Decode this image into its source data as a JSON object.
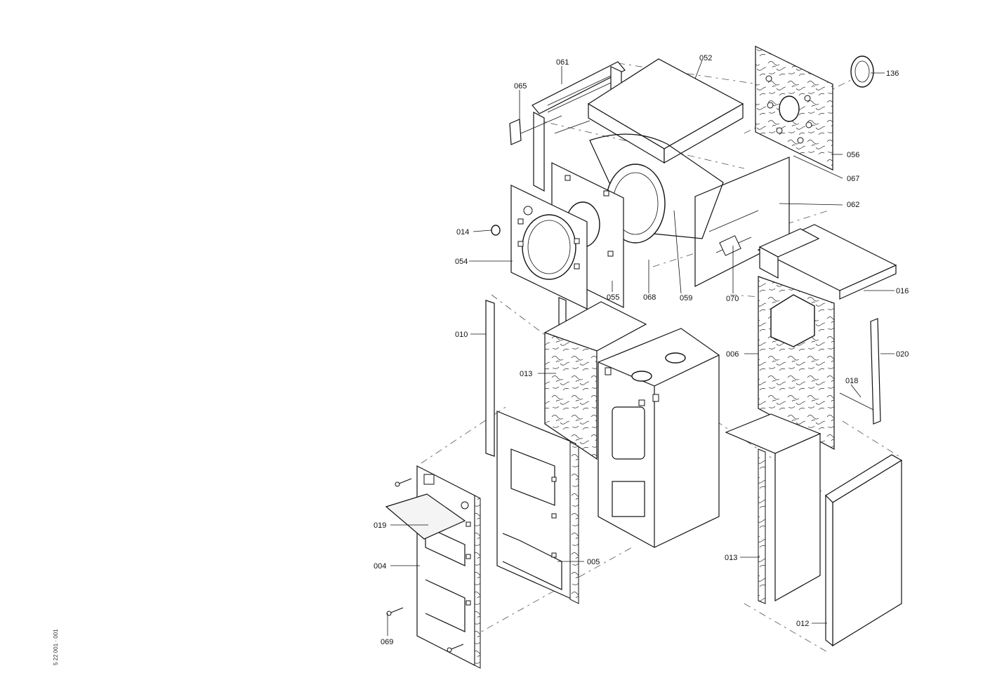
{
  "side_text": "5 22 001 · 001",
  "parts": [
    {
      "id": "p136",
      "label": "136"
    },
    {
      "id": "p061",
      "label": "061"
    },
    {
      "id": "p052",
      "label": "052"
    },
    {
      "id": "p065",
      "label": "065"
    },
    {
      "id": "p056",
      "label": "056"
    },
    {
      "id": "p067",
      "label": "067"
    },
    {
      "id": "p062",
      "label": "062"
    },
    {
      "id": "p014",
      "label": "014"
    },
    {
      "id": "p054",
      "label": "054"
    },
    {
      "id": "p055",
      "label": "055"
    },
    {
      "id": "p068",
      "label": "068"
    },
    {
      "id": "p059",
      "label": "059"
    },
    {
      "id": "p070",
      "label": "070"
    },
    {
      "id": "p016",
      "label": "016"
    },
    {
      "id": "p010",
      "label": "010"
    },
    {
      "id": "p006",
      "label": "006"
    },
    {
      "id": "p020",
      "label": "020"
    },
    {
      "id": "p013a",
      "label": "013"
    },
    {
      "id": "p018",
      "label": "018"
    },
    {
      "id": "p019",
      "label": "019"
    },
    {
      "id": "p004",
      "label": "004"
    },
    {
      "id": "p005",
      "label": "005"
    },
    {
      "id": "p013b",
      "label": "013"
    },
    {
      "id": "p012",
      "label": "012"
    },
    {
      "id": "p069",
      "label": "069"
    }
  ]
}
